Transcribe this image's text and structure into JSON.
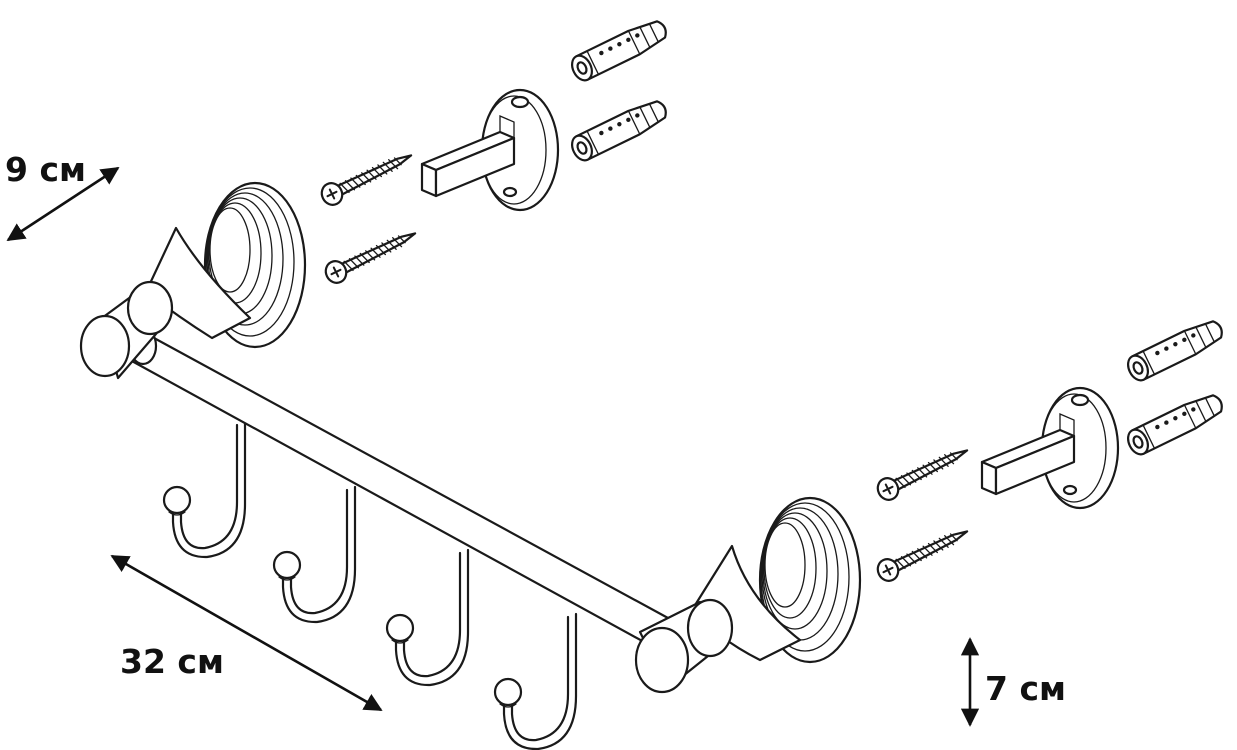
{
  "dimensions": {
    "depth": "9 см",
    "length": "32 см",
    "height": "7 см"
  },
  "parts": {
    "hook_count": 4,
    "mounting_brackets": 2,
    "screws": 4,
    "wall_plugs": 4
  },
  "colors": {
    "line": "#1a1a1a",
    "background": "#ffffff"
  }
}
